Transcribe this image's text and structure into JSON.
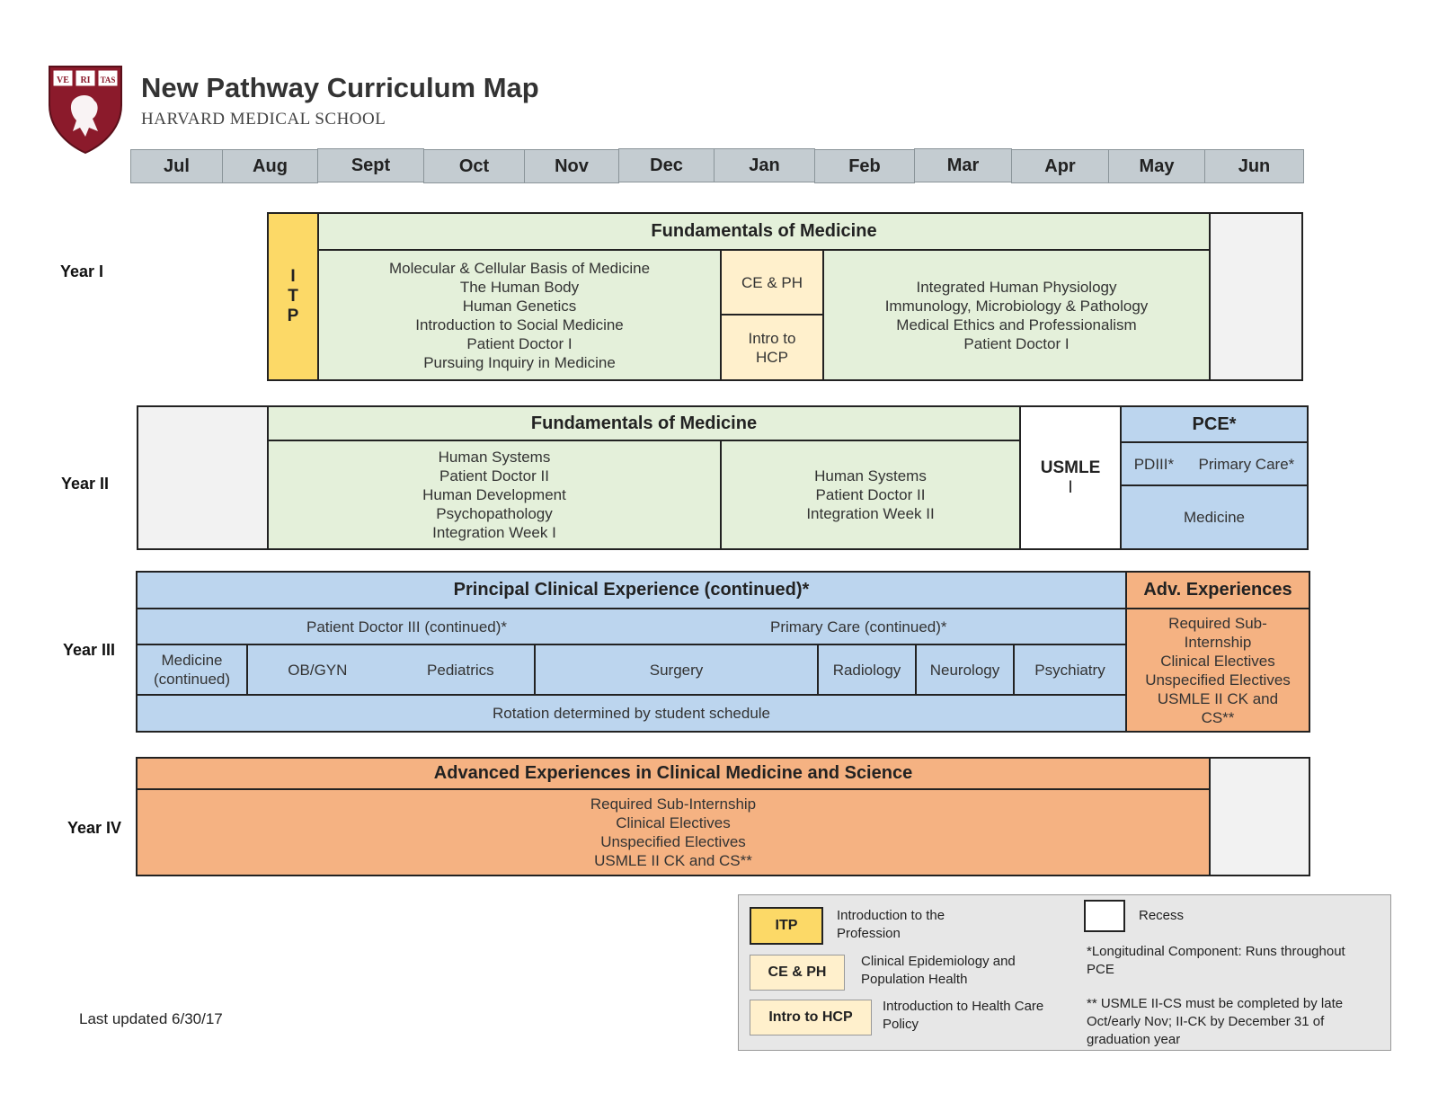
{
  "header": {
    "title": "New Pathway Curriculum Map",
    "subtitle": "HARVARD MEDICAL SCHOOL",
    "shield_letters": [
      "VE",
      "RI",
      "TAS"
    ]
  },
  "months": [
    "Jul",
    "Aug",
    "Sept",
    "Oct",
    "Nov",
    "Dec",
    "Jan",
    "Feb",
    "Mar",
    "Apr",
    "May",
    "Jun"
  ],
  "colors": {
    "itp": "#fcd967",
    "fundamentals": "#e4f0da",
    "ceph": "#fff0cc",
    "pce": "#bcd5ee",
    "advanced": "#f5b282",
    "recess": "#f2f2f2",
    "month_bar": "#c4ccd1"
  },
  "year1": {
    "label": "Year I",
    "itp": "I\nT\nP",
    "fundamentals": "Fundamentals of Medicine",
    "block_left": [
      "Molecular & Cellular Basis of Medicine",
      "The Human Body",
      "Human Genetics",
      "Introduction to Social Medicine",
      "Patient Doctor I",
      "Pursuing Inquiry in Medicine"
    ],
    "ceph": "CE & PH",
    "intro_hcp": [
      "Intro to",
      "HCP"
    ],
    "block_right": [
      "Integrated Human Physiology",
      "Immunology, Microbiology & Pathology",
      "Medical Ethics and Professionalism",
      "Patient Doctor I"
    ]
  },
  "year2": {
    "label": "Year II",
    "fundamentals": "Fundamentals of Medicine",
    "block_left": [
      "Human Systems",
      "Patient Doctor II",
      "Human Development",
      "Psychopathology",
      "Integration Week I"
    ],
    "block_right": [
      "Human Systems",
      "Patient Doctor II",
      "Integration Week II"
    ],
    "usmle": [
      "USMLE",
      "I"
    ],
    "pce": "PCE*",
    "pdiii": "PDIII*",
    "primary_care": "Primary Care*",
    "medicine": "Medicine"
  },
  "year3": {
    "label": "Year III",
    "pce": "Principal Clinical Experience (continued)*",
    "pd3": "Patient Doctor III (continued)*",
    "primary_care": "Primary Care (continued)*",
    "medicine": [
      "Medicine",
      "(continued)"
    ],
    "obgyn": "OB/GYN",
    "pediatrics": "Pediatrics",
    "surgery": "Surgery",
    "radiology": "Radiology",
    "neurology": "Neurology",
    "psychiatry": "Psychiatry",
    "rotation": "Rotation determined by student schedule",
    "adv_header": "Adv. Experiences",
    "adv_items": [
      "Required Sub-",
      "Internship",
      "Clinical Electives",
      "Unspecified Electives",
      "USMLE II CK and",
      "CS**"
    ]
  },
  "year4": {
    "label": "Year IV",
    "header": "Advanced Experiences in Clinical Medicine and Science",
    "items": [
      "Required Sub-Internship",
      "Clinical Electives",
      "Unspecified Electives",
      "USMLE II CK and CS**"
    ]
  },
  "legend": {
    "itp_swatch": "ITP",
    "itp_desc": [
      "Introduction to the",
      "Profession"
    ],
    "ceph_swatch": "CE & PH",
    "ceph_desc": [
      "Clinical Epidemiology and",
      "Population Health"
    ],
    "hcp_swatch": "Intro to HCP",
    "hcp_desc": [
      "Introduction to Health Care",
      "Policy"
    ],
    "recess": "Recess",
    "note1": [
      "*Longitudinal Component: Runs throughout",
      "PCE"
    ],
    "note2": [
      "** USMLE II-CS must be completed by late",
      "Oct/early Nov; II-CK by December 31 of",
      "graduation year"
    ]
  },
  "footer": {
    "updated": "Last updated 6/30/17"
  }
}
